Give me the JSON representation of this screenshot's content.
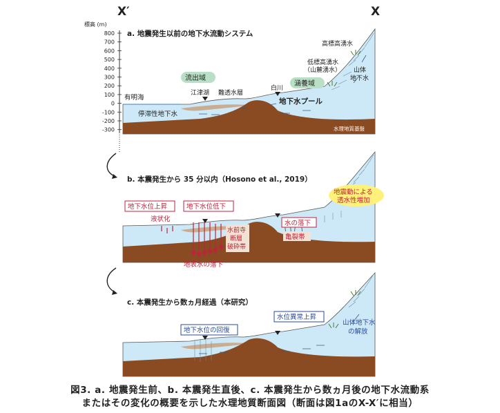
{
  "header": {
    "left_label": "X′",
    "right_label": "X"
  },
  "axis": {
    "label": "標高 (m)",
    "ticks": [
      "800",
      "700",
      "600",
      "500",
      "400",
      "300",
      "200",
      "100",
      "0",
      "-100",
      "-200",
      "-300"
    ]
  },
  "panel_a": {
    "title": "a. 地震発生以前の地下水流動システム",
    "labels": {
      "ariake": "有明海",
      "stagnant": "停滞性地下水",
      "discharge_zone": "流出域",
      "recharge_zone": "涵養域",
      "etsuko": "江津湖",
      "nanto": "難透水層",
      "shirakawa": "白川",
      "pool": "地下水プール",
      "high_spring": "高標高湧水",
      "low_spring": "低標高湧水",
      "low_spring_sub": "（山麓湧水）",
      "mountain_line1": "山体",
      "mountain_line2": "地下水",
      "basement": "水理地質基盤"
    }
  },
  "panel_b": {
    "title": "b. 本震発生から 35 分以内（Hosono et al., 2019）",
    "labels": {
      "wl_rise": "地下水位上昇",
      "wl_drop": "地下水位低下",
      "liquefaction": "液状化",
      "fault_line1": "水前寺",
      "fault_line2": "断層",
      "fault_line3": "破砕帯",
      "water_fall": "水の落下",
      "crack_zone": "亀裂帯",
      "surface_fall": "地表水の落下",
      "permeability_line1": "地震動による",
      "permeability_line2": "透水性増加"
    }
  },
  "panel_c": {
    "title": "c. 本震発生から数ヵ月経過（本研究）",
    "labels": {
      "recovery": "地下水位の回復",
      "anomaly": "水位異常上昇",
      "release_line1": "山体地下水",
      "release_line2": "の解放"
    }
  },
  "caption": {
    "line1": "図3. a. 地震発生前、b. 本震発生直後、c. 本震発生から数ヵ月後の地下水流動系",
    "line2": "またはその変化の概要を示した水理地質断面図（断面は図1aのX-X′に相当）"
  },
  "colors": {
    "water": "#cde8f6",
    "bedrock": "#8a4a22",
    "aquitard": "#c9a27e",
    "accent_red": "#c0223a",
    "accent_blue": "#2a4b9b",
    "zone_green": "#b9e0c6",
    "highlight_yellow": "#fff17a"
  }
}
